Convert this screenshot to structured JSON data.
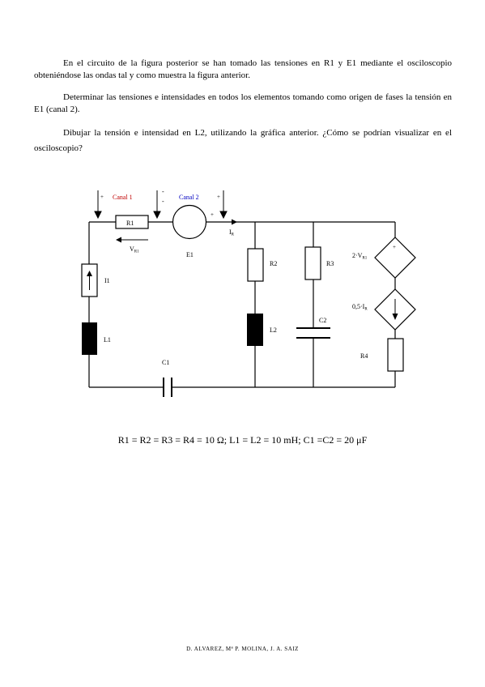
{
  "paragraphs": [
    "En el circuito de la figura posterior se han tomado las tensiones en R1 y E1 mediante el osciloscopio obteniéndose las ondas tal y como muestra la figura anterior.",
    "Determinar las tensiones e intensidades en todos los elementos tomando como origen de fases la tensión en E1 (canal 2).",
    "Dibujar la tensión e intensidad en L2, utilizando la gráfica anterior. ¿Cómo se podrían visualizar en el osciloscopio?"
  ],
  "circuit": {
    "canal1": "Canal 1",
    "canal2": "Canal 2",
    "plus": "+",
    "minus": "-",
    "R1": "R1",
    "VR1_main": "V",
    "VR1_sub": "R1",
    "E1": "E1",
    "IR_main": "I",
    "IR_sub": "R",
    "I1": "I1",
    "L1": "L1",
    "C1": "C1",
    "R2": "R2",
    "L2": "L2",
    "R3": "R3",
    "C2": "C2",
    "dep_v_main": "2·V",
    "dep_v_sub": "R1",
    "dep_i_main": "0,5·I",
    "dep_i_sub": "R",
    "R4": "R4",
    "colors": {
      "canal1": "#c00000",
      "canal2": "#0000c0"
    }
  },
  "values_line": "R1 = R2 = R3 = R4 = 10 Ω;   L1 = L2 = 10 mH;     C1 =C2 = 20 μF",
  "footer": "D. ALVAREZ,   Mª P. MOLINA,   J. A. SAIZ"
}
